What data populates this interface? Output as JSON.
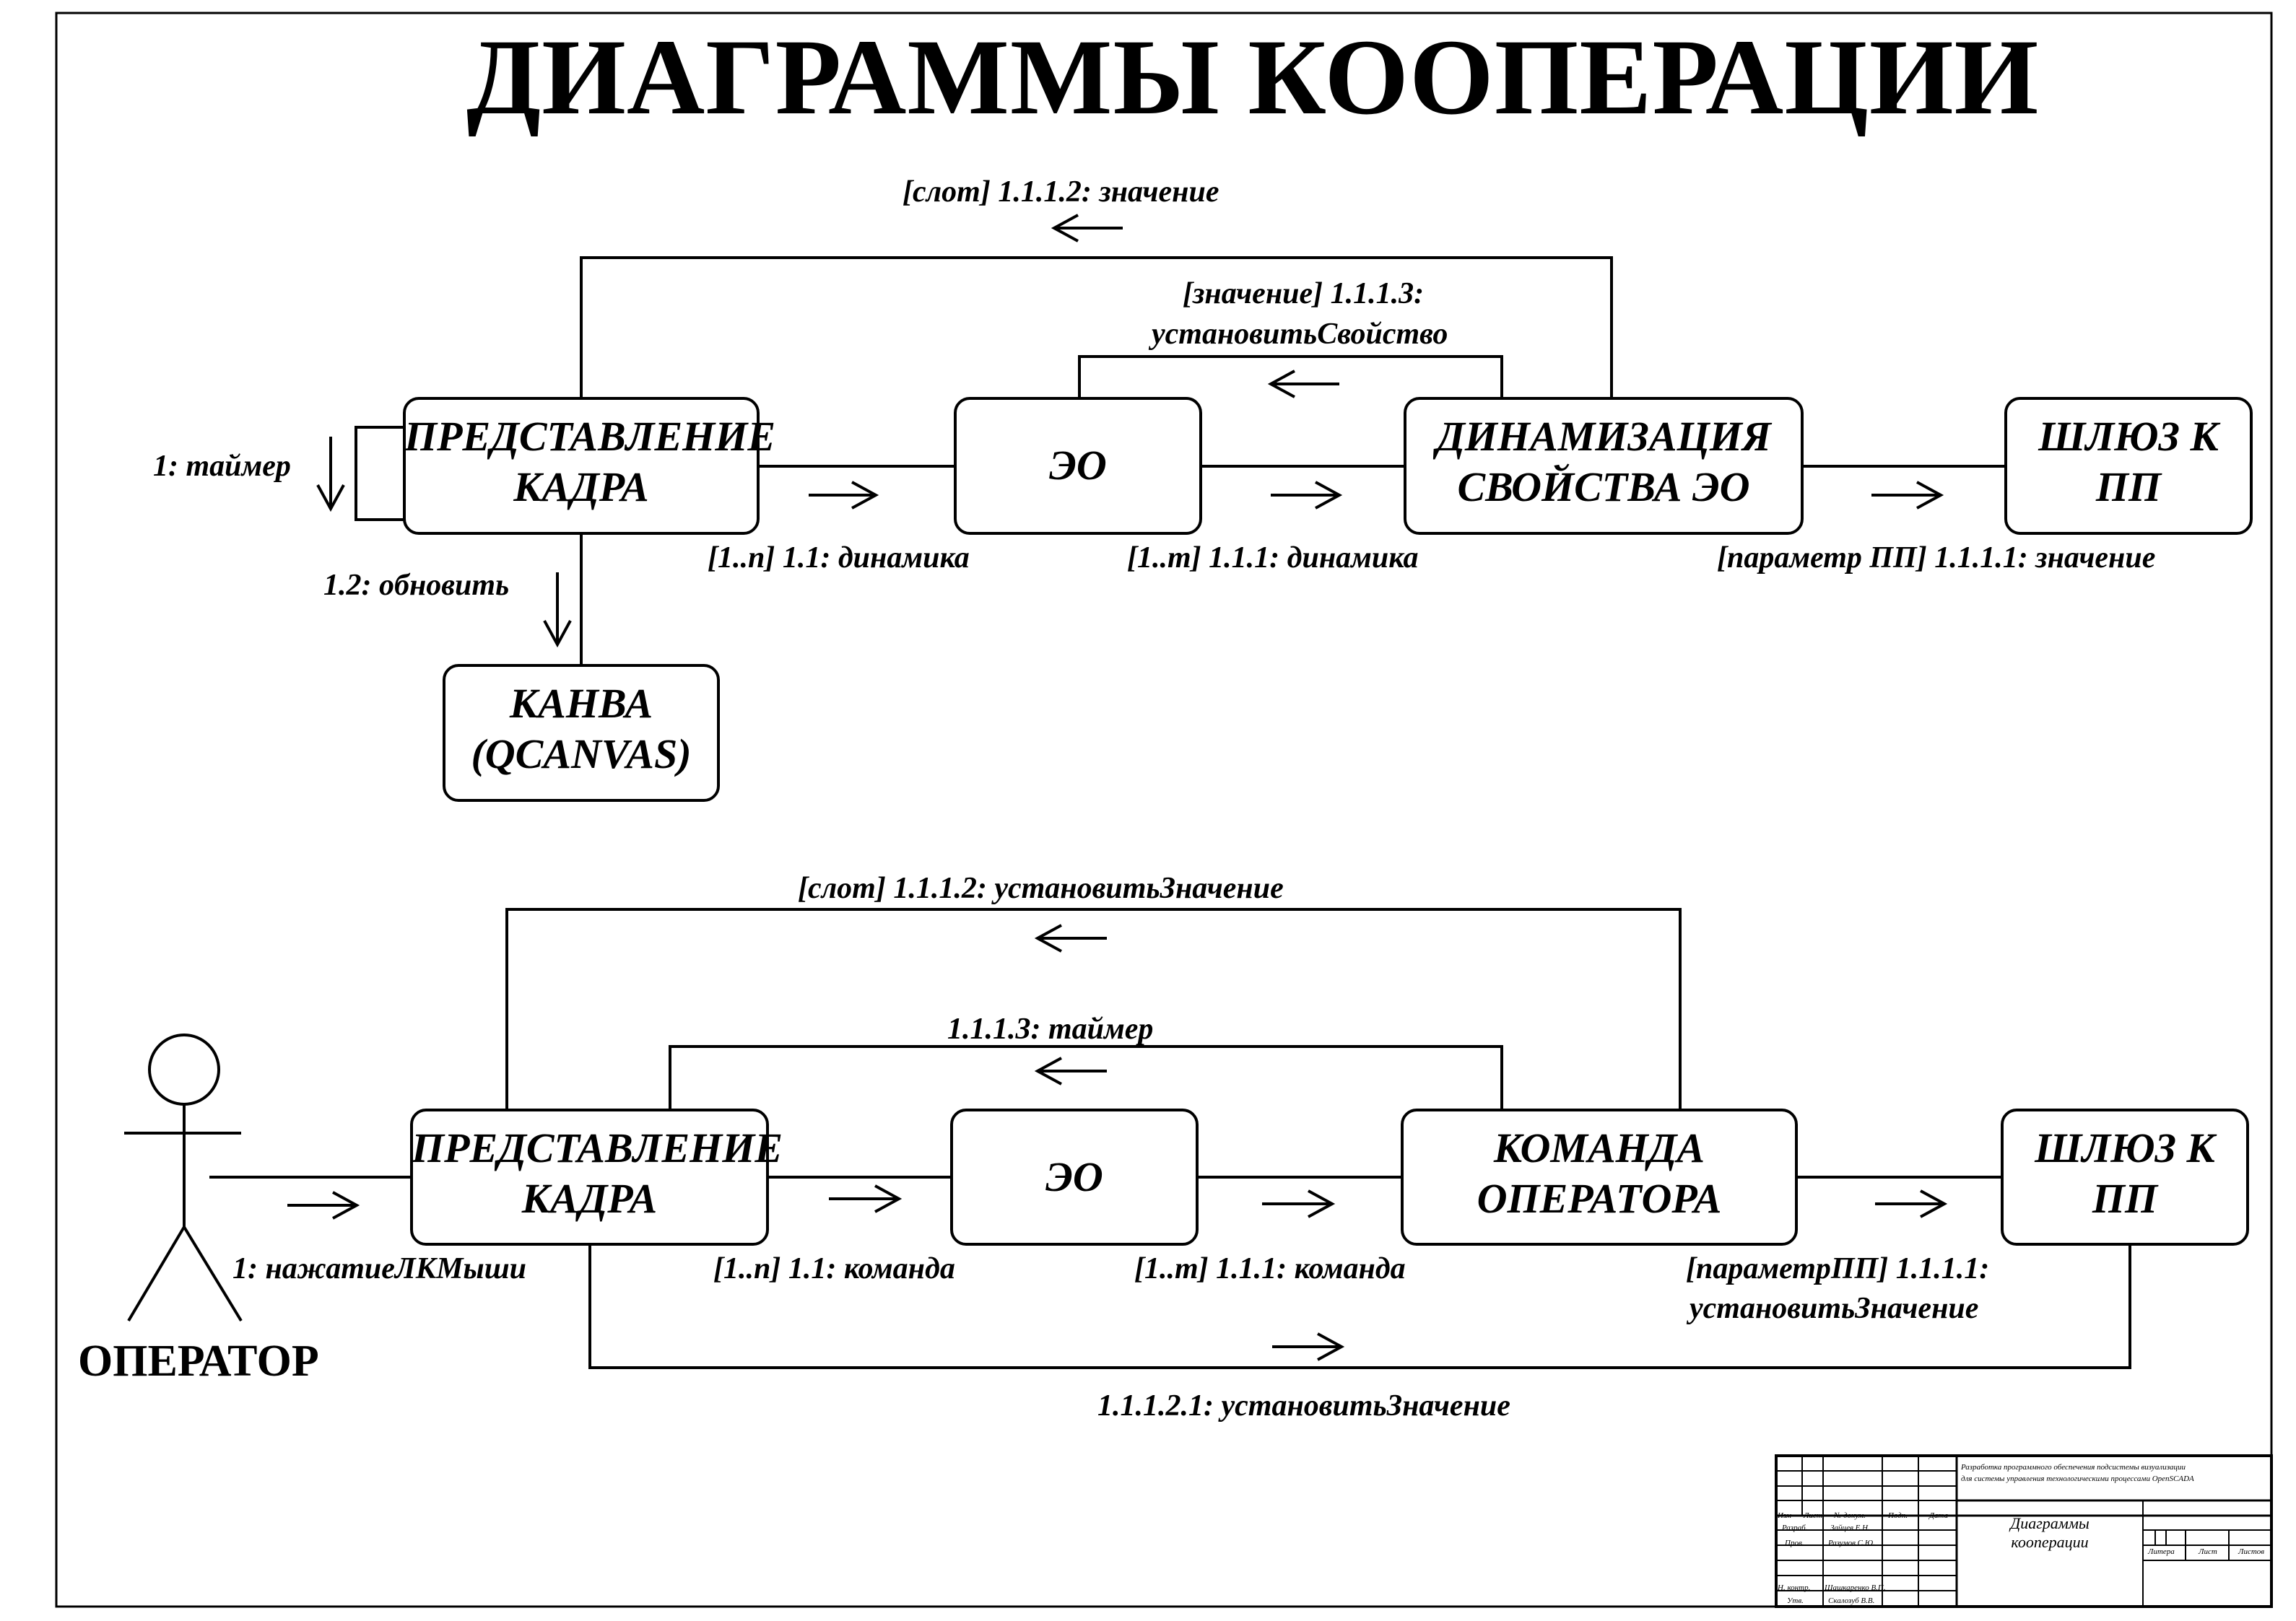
{
  "title": "ДИАГРАММЫ КООПЕРАЦИИ",
  "top": {
    "nodes": {
      "frame": "ПРЕДСТАВЛЕНИЕ КАДРА",
      "eo": "ЭО",
      "dynamics": "ДИНАМИЗАЦИЯ СВОЙСТВА ЭО",
      "gateway": "ШЛЮЗ К ПП",
      "canvas": "КАНВА (QCANVAS)"
    },
    "messages": {
      "timer": "1: таймер",
      "refresh": "1.2: обновить",
      "dynamics_1": "[1..n] 1.1: динамика",
      "dynamics_2": "[1..m] 1.1.1: динамика",
      "param_value": "[параметр ПП] 1.1.1.1: значение",
      "slot_value": "[слот] 1.1.1.2: значение",
      "set_property_1": "[значение] 1.1.1.3:",
      "set_property_2": "установитьСвойство"
    }
  },
  "bottom": {
    "actor": "ОПЕРАТОР",
    "nodes": {
      "frame": "ПРЕДСТАВЛЕНИЕ КАДРА",
      "eo": "ЭО",
      "command": "КОМАНДА ОПЕРАТОРА",
      "gateway": "ШЛЮЗ К ПП"
    },
    "messages": {
      "click": "1: нажатиеЛКМыши",
      "command_1": "[1..n] 1.1: команда",
      "command_2": "[1..m] 1.1.1: команда",
      "param_set_1": "[параметрПП] 1.1.1.1:",
      "param_set_2": "установитьЗначение",
      "slot_set": "[слот] 1.1.1.2: установитьЗначение",
      "timer": "1.1.1.3: таймер",
      "set_value": "1.1.1.2.1: установитьЗначение"
    }
  },
  "stamp": {
    "project_line_1": "Разработка программного обеспечения подсистемы визуализации",
    "project_line_2": "для системы управления технологическими процессами OpenSCADA",
    "doc_name_1": "Диаграммы",
    "doc_name_2": "кооперации",
    "col_izm": "Изм",
    "col_list": "Лист",
    "col_doc": "№ докум.",
    "col_sign": "Подп.",
    "col_date": "Дата",
    "row_razrab": "Разраб.",
    "row_razrab_name": "Зайцев Е.Н.",
    "row_prov": "Пров.",
    "row_prov_name": "Разумов С.Ю.",
    "row_nkontr": "Н. контр.",
    "row_nkontr_name": "Шашкаренко В.П.",
    "row_utv": "Утв.",
    "row_utv_name": "Скалозуб В.В.",
    "litera": "Литера",
    "sheet": "Лист",
    "sheets": "Листов"
  }
}
